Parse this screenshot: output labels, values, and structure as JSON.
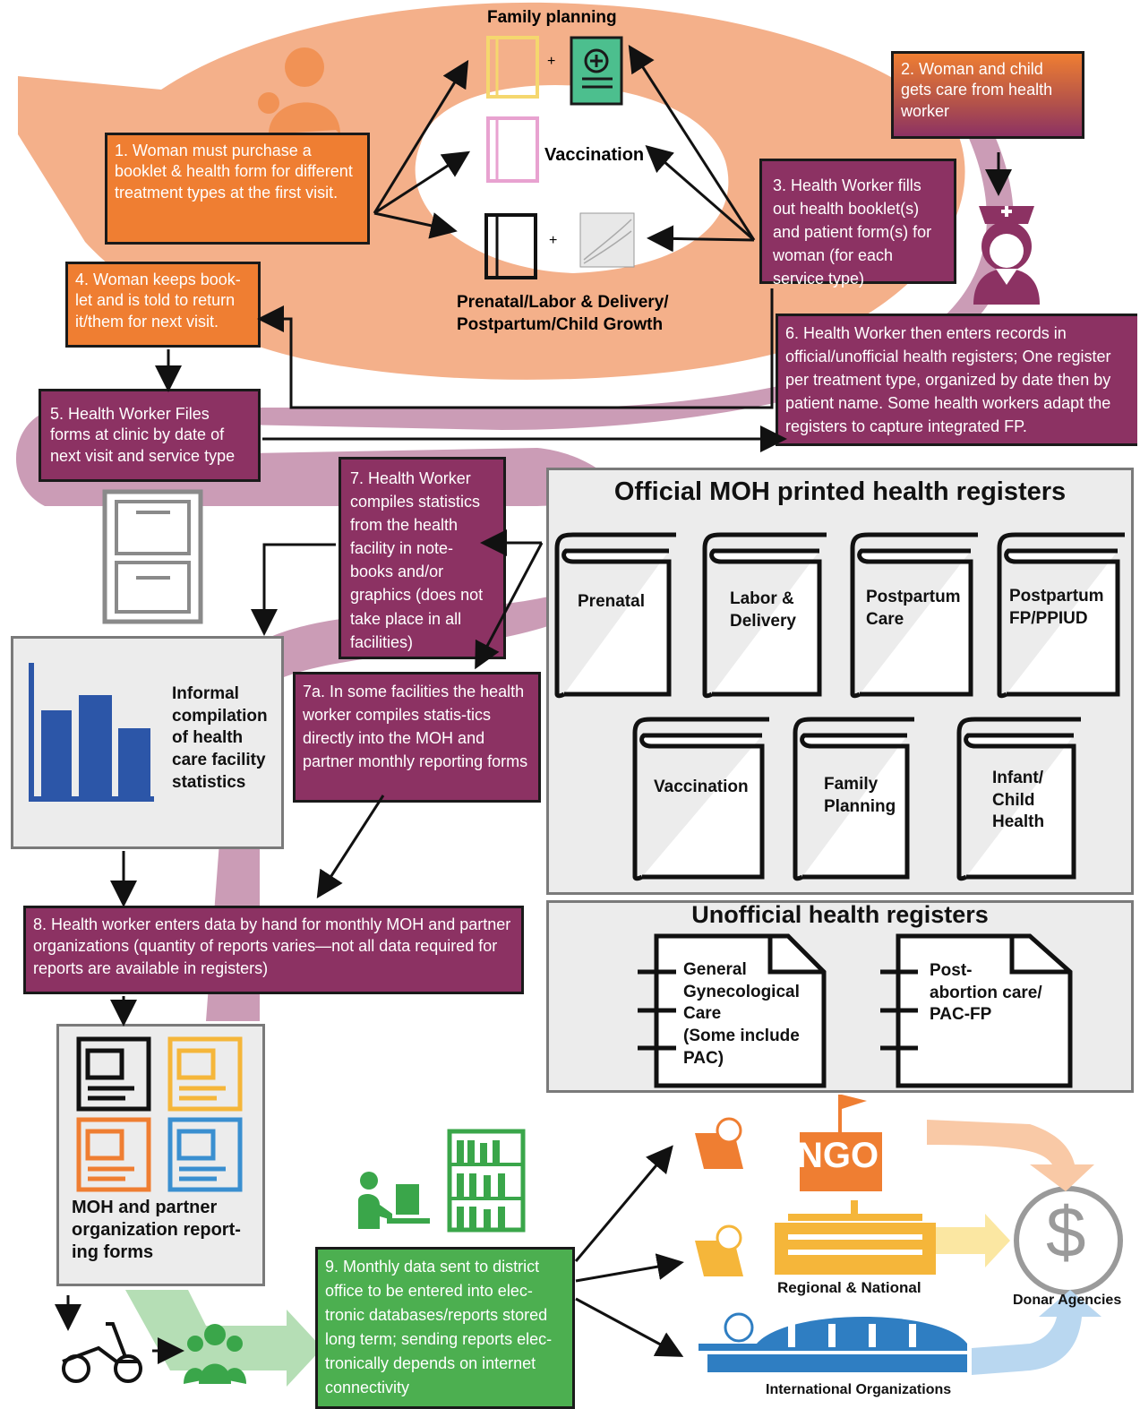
{
  "top": {
    "family_planning": "Family planning",
    "vaccination": "Vaccination",
    "prenatal_line1": "Prenatal/Labor & Delivery/",
    "prenatal_line2": "Postpartum/Child Growth",
    "plus": "+"
  },
  "steps": {
    "s1": "1. Woman must purchase a booklet & health form for different treatment types at the first visit.",
    "s2": "2. Woman and child gets care from health worker",
    "s3": "3. Health Worker fills out health booklet(s) and patient form(s) for woman (for each service type)",
    "s4": "4. Woman keeps book-let and is told to return it/them for next visit.",
    "s5": "5. Health Worker Files forms at clinic by date of next visit and service type",
    "s6": "6. Health Worker then enters records in official/unofficial health registers; One register per treatment type, organized by date then by patient name. Some health workers adapt the registers to capture integrated FP.",
    "s7": "7. Health Worker compiles statistics from the health facility in note-books and/or graphics (does not take place in all facilities)",
    "s7a": "7a. In some facilities the health worker compiles statis-tics directly into the MOH and partner monthly reporting forms",
    "s8": "8. Health worker enters data by hand for monthly MOH and partner organizations (quantity of reports varies—not all data required for reports are available in registers)",
    "s9": "9. Monthly data sent to district office to be entered into elec-tronic databases/reports stored long term; sending reports elec-tronically depends on internet connectivity"
  },
  "informal": {
    "line1": "Informal",
    "line2": "compilation",
    "line3": "of health",
    "line4": "care facility",
    "line5": "statistics"
  },
  "official": {
    "title": "Official MOH printed health registers",
    "registers": [
      "Prenatal",
      "Labor &\nDelivery",
      "Postpartum\nCare",
      "Postpartum\nFP/PPIUD",
      "Vaccination",
      "Family\nPlanning",
      "Infant/\nChild\nHealth"
    ]
  },
  "unofficial": {
    "title": "Unofficial health registers",
    "registers": [
      "General\nGynecological\nCare\n(Some include\nPAC)",
      "Post-\nabortion care/\nPAC-FP"
    ]
  },
  "forms": {
    "label_line1": "MOH and partner",
    "label_line2": "organization report-",
    "label_line3": "ing forms"
  },
  "orgs": {
    "ngo": "NGO",
    "regional": "Regional & National",
    "donor": "Donar Agencies",
    "international": "International Organizations"
  },
  "colors": {
    "orange": "#ef7e32",
    "purple": "#8c3263",
    "green": "#4caf50",
    "peach": "#f4b08a",
    "mauve": "#c897b2",
    "blue": "#2c56a8"
  }
}
